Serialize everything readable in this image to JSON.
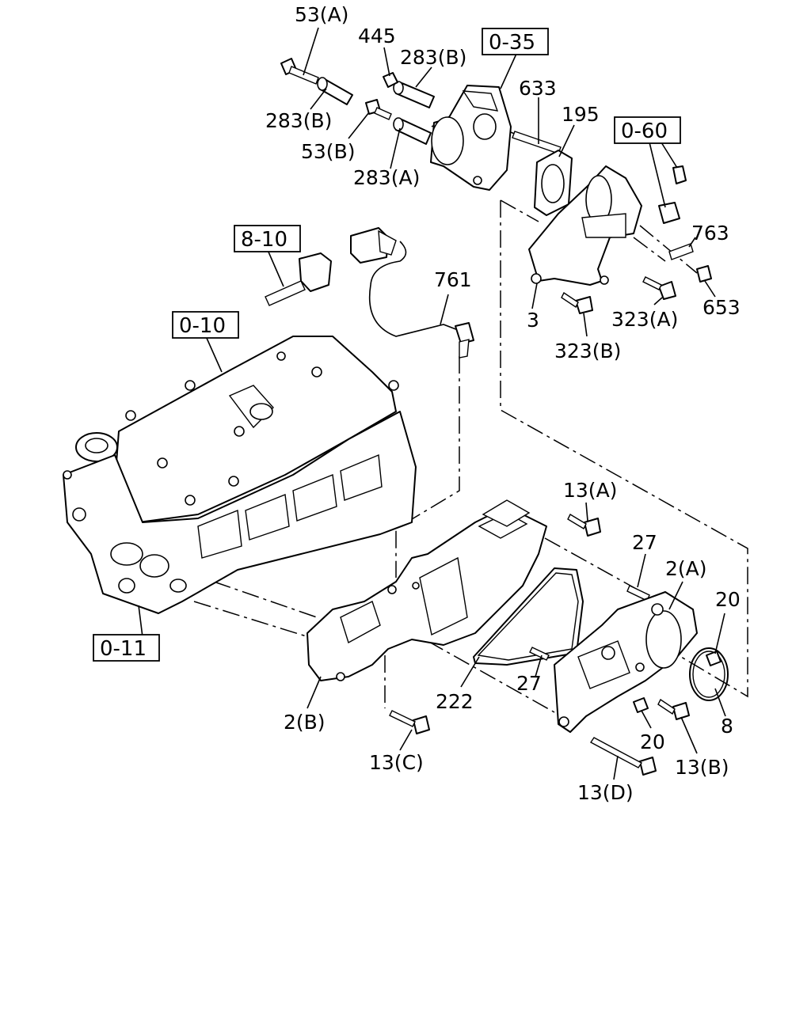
{
  "diagram": {
    "callouts": [
      {
        "id": "c-53a",
        "text": "53(A)"
      },
      {
        "id": "c-445",
        "text": "445"
      },
      {
        "id": "c-283b-top",
        "text": "283(B)"
      },
      {
        "id": "c-283b-left",
        "text": "283(B)"
      },
      {
        "id": "c-53b",
        "text": "53(B)"
      },
      {
        "id": "c-283a",
        "text": "283(A)"
      },
      {
        "id": "c-633",
        "text": "633"
      },
      {
        "id": "c-195",
        "text": "195"
      },
      {
        "id": "c-763",
        "text": "763"
      },
      {
        "id": "c-761",
        "text": "761"
      },
      {
        "id": "c-3",
        "text": "3"
      },
      {
        "id": "c-323a",
        "text": "323(A)"
      },
      {
        "id": "c-653",
        "text": "653"
      },
      {
        "id": "c-323b",
        "text": "323(B)"
      },
      {
        "id": "c-13a",
        "text": "13(A)"
      },
      {
        "id": "c-27-top",
        "text": "27"
      },
      {
        "id": "c-2a",
        "text": "2(A)"
      },
      {
        "id": "c-20-top",
        "text": "20"
      },
      {
        "id": "c-27-mid",
        "text": "27"
      },
      {
        "id": "c-222",
        "text": "222"
      },
      {
        "id": "c-8",
        "text": "8"
      },
      {
        "id": "c-20-bottom",
        "text": "20"
      },
      {
        "id": "c-2b",
        "text": "2(B)"
      },
      {
        "id": "c-13c",
        "text": "13(C)"
      },
      {
        "id": "c-13b",
        "text": "13(B)"
      },
      {
        "id": "c-13d",
        "text": "13(D)"
      }
    ],
    "references": [
      {
        "id": "r-0-35",
        "text": "0-35"
      },
      {
        "id": "r-0-60",
        "text": "0-60"
      },
      {
        "id": "r-8-10",
        "text": "8-10"
      },
      {
        "id": "r-0-10",
        "text": "0-10"
      },
      {
        "id": "r-0-11",
        "text": "0-11"
      }
    ]
  }
}
